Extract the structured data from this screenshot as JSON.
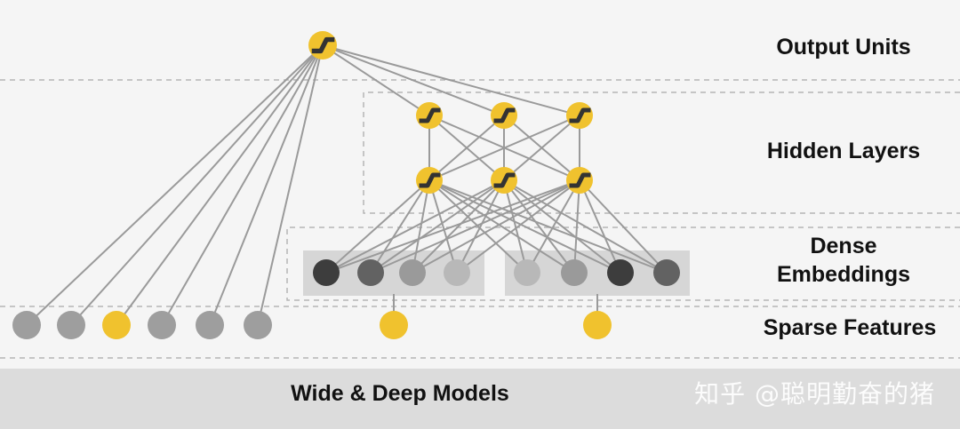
{
  "labels": {
    "output": "Output Units",
    "hidden": "Hidden Layers",
    "dense_line1": "Dense",
    "dense_line2": "Embeddings",
    "sparse": "Sparse Features"
  },
  "footer": {
    "title": "Wide & Deep Models",
    "watermark": "知乎 @聪明勤奋的猪"
  },
  "colors": {
    "activated_unit": "#f0c22e",
    "unit_glyph": "#333333",
    "edge": "#9a9a9a",
    "sparse_inactive": "#9e9e9e",
    "sparse_active": "#f0c22e",
    "embedding_box": "#d6d6d6",
    "embedding_shades": [
      "#3d3d3d",
      "#626262",
      "#9a9a9a",
      "#b8b8b8",
      "#b8b8b8",
      "#9a9a9a",
      "#3d3d3d",
      "#626262"
    ]
  },
  "icons": {
    "unit": "activation-curve-icon"
  },
  "units": {
    "output": 1,
    "hidden_layers": 2,
    "hidden_per_layer": 3,
    "embedding_groups": 2,
    "embeddings_per_group": 4,
    "wide_sparse": 6,
    "wide_active_index": 2,
    "deep_sparse": 2
  }
}
